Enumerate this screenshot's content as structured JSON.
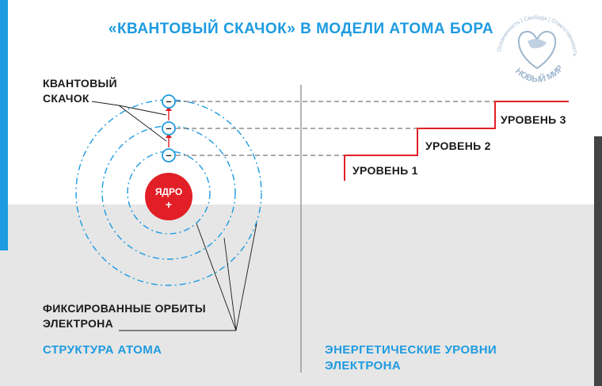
{
  "title": "«КВАНТОВЫЙ СКАЧОК» В МОДЕЛИ АТОМА БОРА",
  "atom": {
    "quantum_jump_label_line1": "КВАНТОВЫЙ",
    "quantum_jump_label_line2": "СКАЧОК",
    "nucleus_label": "ЯДРО",
    "nucleus_charge": "+",
    "electron_sign": "–",
    "orbits_label_line1": "ФИКСИРОВАННЫЕ ОРБИТЫ",
    "orbits_label_line2": "ЭЛЕКТРОНА",
    "section_label": "СТРУКТУРА АТОМА"
  },
  "energy": {
    "levels": [
      "УРОВЕНЬ 1",
      "УРОВЕНЬ 2",
      "УРОВЕНЬ 3"
    ],
    "section_label_line1": "ЭНЕРГЕТИЧЕСКИЕ УРОВНИ",
    "section_label_line2": "ЭЛЕКТРОНА"
  },
  "logo": {
    "name": "НОВЫЙ МИР",
    "tagline": "Осознанность | Свобода | Ответственность"
  },
  "colors": {
    "accent": "#1e9be0",
    "red": "#e21f26",
    "dark": "#1a1a1a"
  }
}
